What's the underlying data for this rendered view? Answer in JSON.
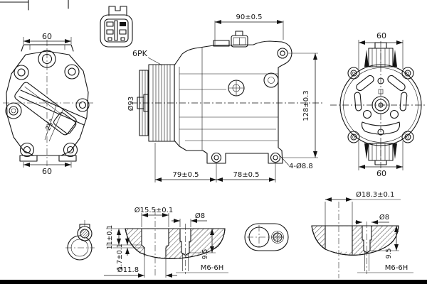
{
  "page": {
    "background": "#ffffff",
    "line_color": "#141414",
    "footer_bar_color": "#000000"
  },
  "drawing": {
    "views": {
      "front_view": {
        "width_top": "60",
        "width_bottom": "60",
        "tilt_angle": "25°"
      },
      "side_view": {
        "belt_type": "6PK",
        "pulley_diameter": "Ø93",
        "overall_width": "90±0.5",
        "overall_height": "128±0.3",
        "mount_span_left": "79±0.5",
        "mount_span_right": "78±0.5",
        "mount_hole_callout": "4-Ø8.8"
      },
      "rear_view": {
        "width_top": "60",
        "width_bottom": "60"
      },
      "suction_port_section": {
        "bore_diameter": "Ø15.5±0.1",
        "port_diameter": "Ø8",
        "bore_depth": "11±0.1",
        "step_depth": "1.7±0.1",
        "inner_diameter": "Ø11.8",
        "thread_depth": "9.5",
        "thread_spec": "M6-6H"
      },
      "discharge_port_section": {
        "bore_diameter": "Ø18.3±0.1",
        "port_diameter": "Ø8",
        "thread_depth": "9.5",
        "thread_spec": "M6-6H"
      }
    }
  }
}
